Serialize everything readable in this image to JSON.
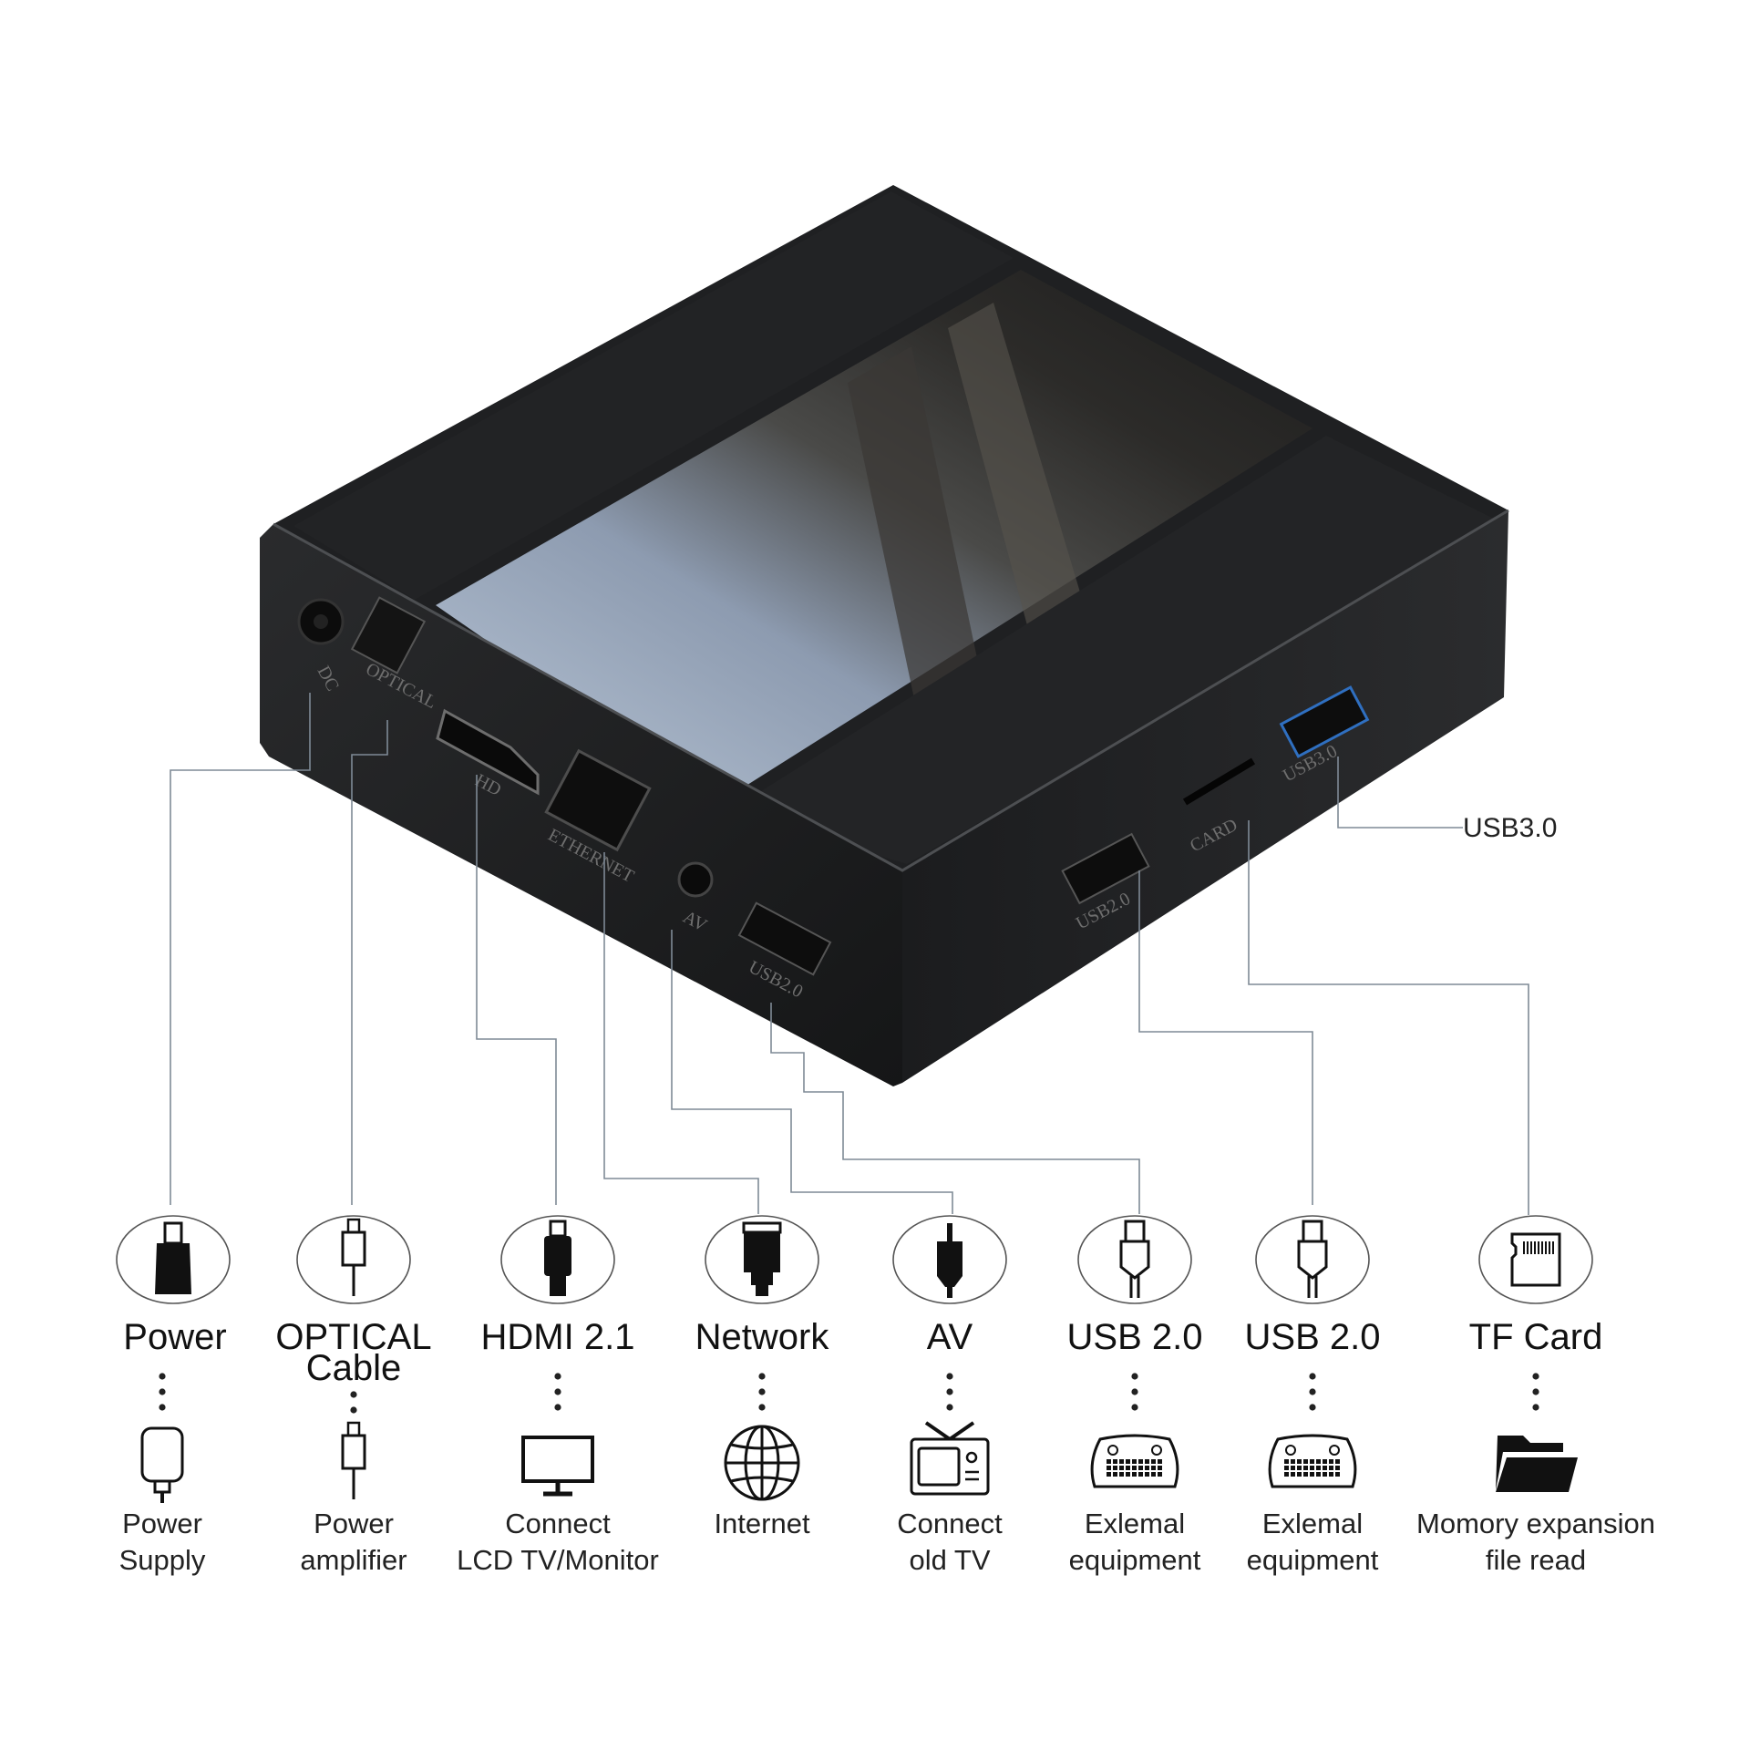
{
  "device": {
    "ports": {
      "dc": "DC",
      "optical": "OPTICAL",
      "hd": "HD",
      "ethernet": "ETHERNET",
      "av": "AV",
      "usb_front": "USB2.0",
      "usb_side": "USB2.0",
      "card": "CARD",
      "usb3": "USB3.0"
    }
  },
  "callout_usb3": "USB3.0",
  "connections": [
    {
      "title_lines": [
        "Power"
      ],
      "icon": "dc-plug-icon",
      "desc_lines": [
        "Power",
        "Supply"
      ],
      "desc_icon": "power-adapter-icon"
    },
    {
      "title_lines": [
        "OPTICAL",
        "Cable"
      ],
      "icon": "optical-plug-icon",
      "desc_lines": [
        "Power",
        "amplifier"
      ],
      "desc_icon": "optical-plug-icon"
    },
    {
      "title_lines": [
        "HDMI 2.1"
      ],
      "icon": "hdmi-plug-icon",
      "desc_lines": [
        "Connect",
        "LCD TV/Monitor"
      ],
      "desc_icon": "monitor-icon"
    },
    {
      "title_lines": [
        "Network"
      ],
      "icon": "ethernet-plug-icon",
      "desc_lines": [
        "Internet"
      ],
      "desc_icon": "globe-icon"
    },
    {
      "title_lines": [
        "AV"
      ],
      "icon": "av-plug-icon",
      "desc_lines": [
        "Connect",
        "old TV"
      ],
      "desc_icon": "old-tv-icon"
    },
    {
      "title_lines": [
        "USB 2.0"
      ],
      "icon": "usb-plug-icon",
      "desc_lines": [
        "Exlemal",
        "equipment"
      ],
      "desc_icon": "keyboard-icon"
    },
    {
      "title_lines": [
        "USB 2.0"
      ],
      "icon": "usb-plug-icon",
      "desc_lines": [
        "Exlemal",
        "equipment"
      ],
      "desc_icon": "keyboard-icon"
    },
    {
      "title_lines": [
        "TF Card"
      ],
      "icon": "tf-card-icon",
      "desc_lines": [
        "Momory expansion",
        "file read"
      ],
      "desc_icon": "folder-icon"
    }
  ]
}
